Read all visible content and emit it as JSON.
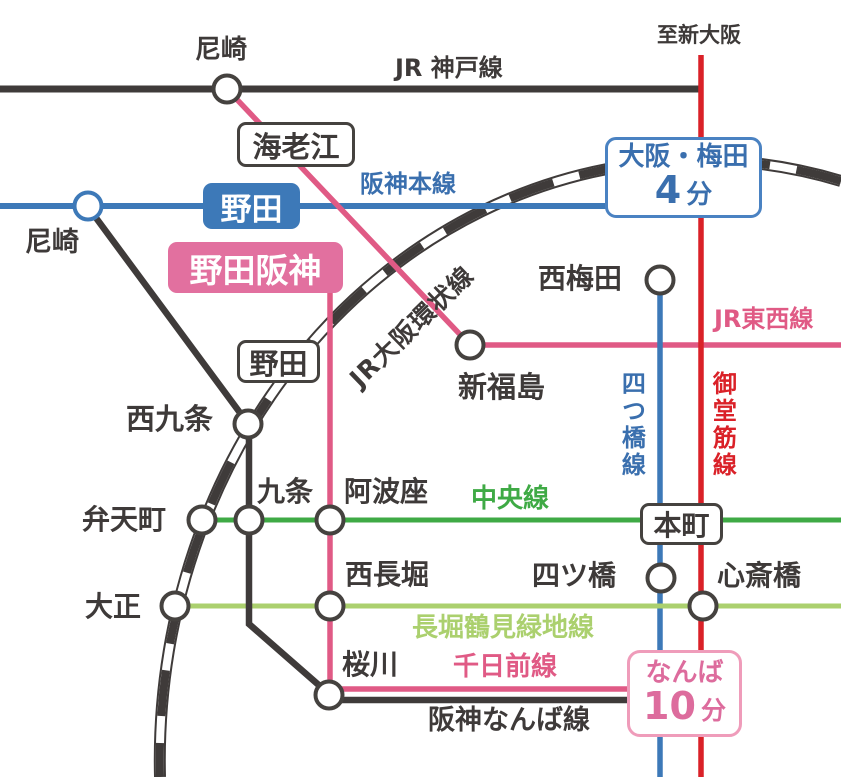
{
  "labels": {
    "to_shin_osaka": "至新大阪",
    "jr_kobe_line": "JR 神戸線",
    "hanshin_main_line": "阪神本線",
    "jr_osaka_loop_line": "JR大阪環状線",
    "jr_tozai_line": "JR東西線",
    "yotsubashi_line": "四つ橋線",
    "midosuji_line": "御堂筋線",
    "chuo_line": "中央線",
    "nagahori_tsurumi_ryokuchi_line": "長堀鶴見緑地線",
    "sennichimae_line": "千日前線",
    "hanshin_namba_line": "阪神なんば線"
  },
  "stations": {
    "amagasaki_jr": "尼崎",
    "amagasaki_hanshin": "尼崎",
    "ebie": "海老江",
    "noda_blue": "野田",
    "nodahanshin": "野田阪神",
    "noda_jr": "野田",
    "nishi_umeda": "西梅田",
    "shin_fukushima": "新福島",
    "nishikujo": "西九条",
    "bentencho": "弁天町",
    "kujo": "九条",
    "awaza": "阿波座",
    "hommachi": "本町",
    "taisho": "大正",
    "nishi_nagahori": "西長堀",
    "yotsubashi_station": "四ツ橋",
    "shinsaibashi": "心斎橋",
    "sakuragawa": "桜川"
  },
  "destinations": {
    "umeda": {
      "name": "大阪・梅田",
      "time_value": "4",
      "time_unit": "分"
    },
    "namba": {
      "name": "なんば",
      "time_value": "10",
      "time_unit": "分"
    }
  },
  "colors": {
    "dark_line": "#3f3b3a",
    "hanshin_blue": "#3d79b8",
    "blue_text": "#3a6fae",
    "tozai_sennichimae_pink": "#e05a85",
    "nodahanshin_box_pink": "#e2709f",
    "namba_border_pink": "#ef9cba",
    "namba_text_pink": "#dd6c9d",
    "midosuji_red": "#da2128",
    "chuo_green": "#3faa45",
    "nagahori_light_green": "#abd06e",
    "label_dark": "#3e3a39"
  }
}
